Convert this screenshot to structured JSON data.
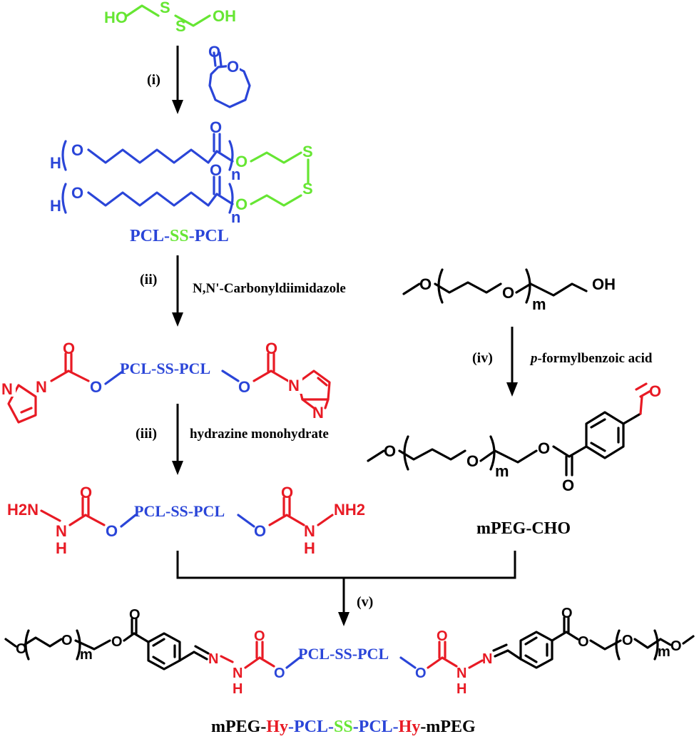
{
  "colors": {
    "green": "#66e633",
    "blue": "#2a45d8",
    "red": "#e81a24",
    "black": "#000000"
  },
  "atoms": {
    "HO": "HO",
    "OH": "OH",
    "S": "S",
    "O": "O",
    "H": "H",
    "N": "N",
    "n": "n",
    "m": "m",
    "H2N": "H2N",
    "NH2": "NH2",
    "NH": "N",
    "NHH": "H"
  },
  "steps": {
    "i": "(i)",
    "ii": "(ii)",
    "iii": "(iii)",
    "iv": "(iv)",
    "v": "(v)"
  },
  "reagents": {
    "ii": "N,N'-Carbonyldiimidazole",
    "iii": "hydrazine monohydrate",
    "iv_italic": "p",
    "iv_rest": "-formylbenzoic acid"
  },
  "labels": {
    "pcl_ss_pcl": {
      "p1": "PCL-",
      "p2": "SS",
      "p3": "-PCL"
    },
    "core": "PCL-SS-PCL",
    "mpeg_cho": "mPEG-CHO",
    "final": {
      "a": "mPEG-",
      "b": "Hy",
      "c": "-PCL-",
      "d": "SS",
      "e": "-PCL-",
      "f": "Hy",
      "g": "-mPEG"
    }
  }
}
